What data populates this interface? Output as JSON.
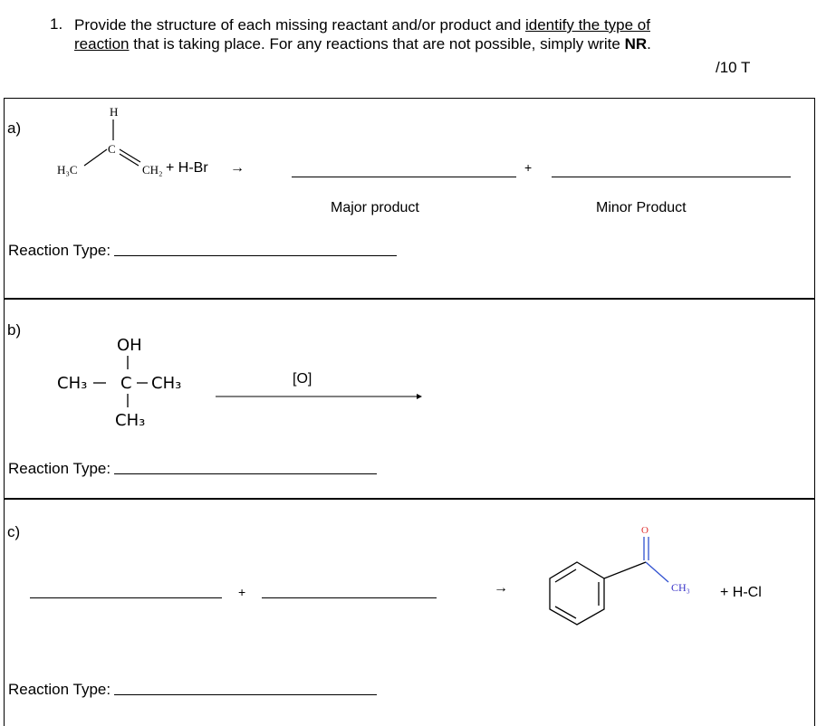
{
  "question": {
    "number": "1.",
    "text_before": "Provide the structure of each missing reactant and/or product and ",
    "text_underlined_1": "identify the type of",
    "text_underlined_2": "reaction",
    "text_after": " that is taking place.  For any reactions that are not possible, simply write ",
    "text_bold": "NR",
    "text_end": ".",
    "points": "/10 T"
  },
  "parts": {
    "a": {
      "label": "a)",
      "atoms": {
        "h_top": "H",
        "c_center": "C",
        "h3c": "H₃C",
        "ch2": "CH₂"
      },
      "reagent": "+ H-Br",
      "arrow": "→",
      "plus": "+",
      "major_label": "Major product",
      "minor_label": "Minor Product",
      "reaction_type_label": "Reaction Type:"
    },
    "b": {
      "label": "b)",
      "atoms": {
        "oh": "OH",
        "ch3_left": "CH₃",
        "c_center": "C",
        "ch3_right": "CH₃",
        "ch3_bottom": "CH₃"
      },
      "reagent": "[O]",
      "reaction_type_label": "Reaction Type:"
    },
    "c": {
      "label": "c)",
      "plus": "+",
      "arrow": "→",
      "atoms": {
        "o": "O",
        "ch3": "CH₃"
      },
      "byproduct": "+ H-Cl",
      "reaction_type_label": "Reaction Type:"
    }
  },
  "colors": {
    "oxygen": "#e03030",
    "carbonyl_bond": "#3050d0",
    "methyl": "#3a34c8"
  }
}
